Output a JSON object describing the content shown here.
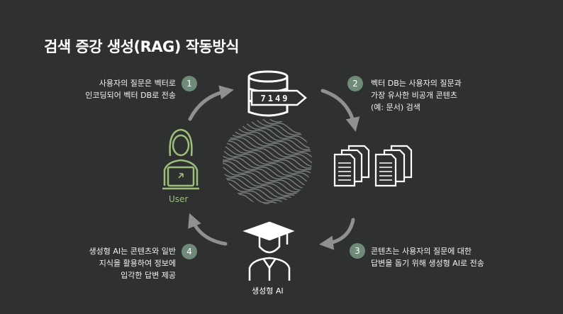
{
  "title": "검색 증강 생성(RAG) 작동방식",
  "steps": [
    {
      "num": "1",
      "lines": [
        "사용자의 질문은 벡터로",
        "인코딩되어 벡터 DB로 전송"
      ]
    },
    {
      "num": "2",
      "lines": [
        "벡터 DB는 사용자의 질문과",
        "가장 유사한 비공개 콘텐츠",
        "(예: 문서) 검색"
      ]
    },
    {
      "num": "3",
      "lines": [
        "콘텐츠는 사용자의 질문에 대한",
        "답변을 돕기 위해 생성형 AI로 전송"
      ]
    },
    {
      "num": "4",
      "lines": [
        "생성형 AI는 콘텐츠와 일반",
        "지식을 활용하여 정보에",
        "입각한 답변 제공"
      ]
    }
  ],
  "nodes": {
    "user_label": "User",
    "ai_label": "생성형 AI",
    "vector_code": "7149"
  },
  "colors": {
    "background": "#2f3130",
    "user_green": "#9cbf7a",
    "badge": "#6f8a78",
    "arrow": "#8e9190"
  }
}
